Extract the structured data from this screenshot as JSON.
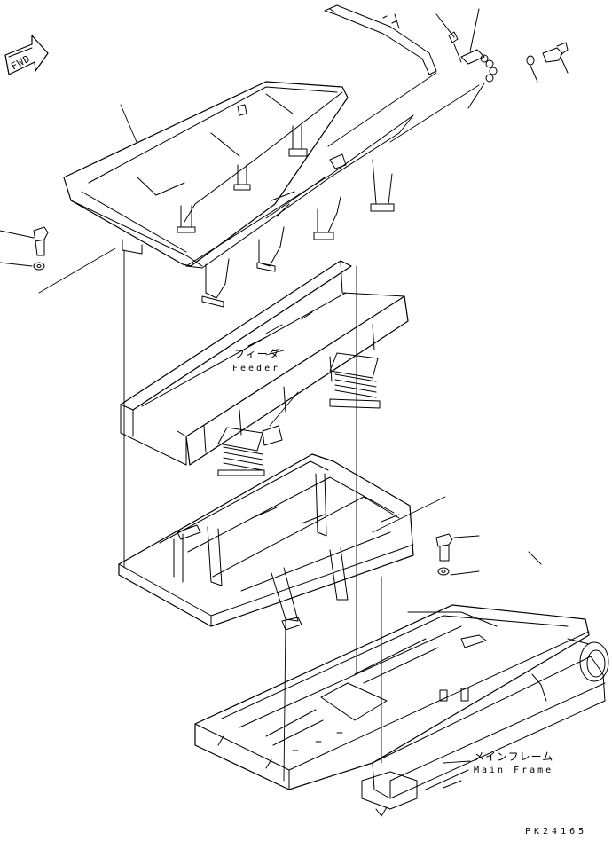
{
  "direction_marker": "FWD",
  "parts": {
    "feeder": {
      "label_jp": "フィーダ",
      "label_en": "Feeder"
    },
    "main_frame": {
      "label_jp": "メインフレーム",
      "label_en": "Main Frame"
    }
  },
  "drawing_number": "PK24165"
}
